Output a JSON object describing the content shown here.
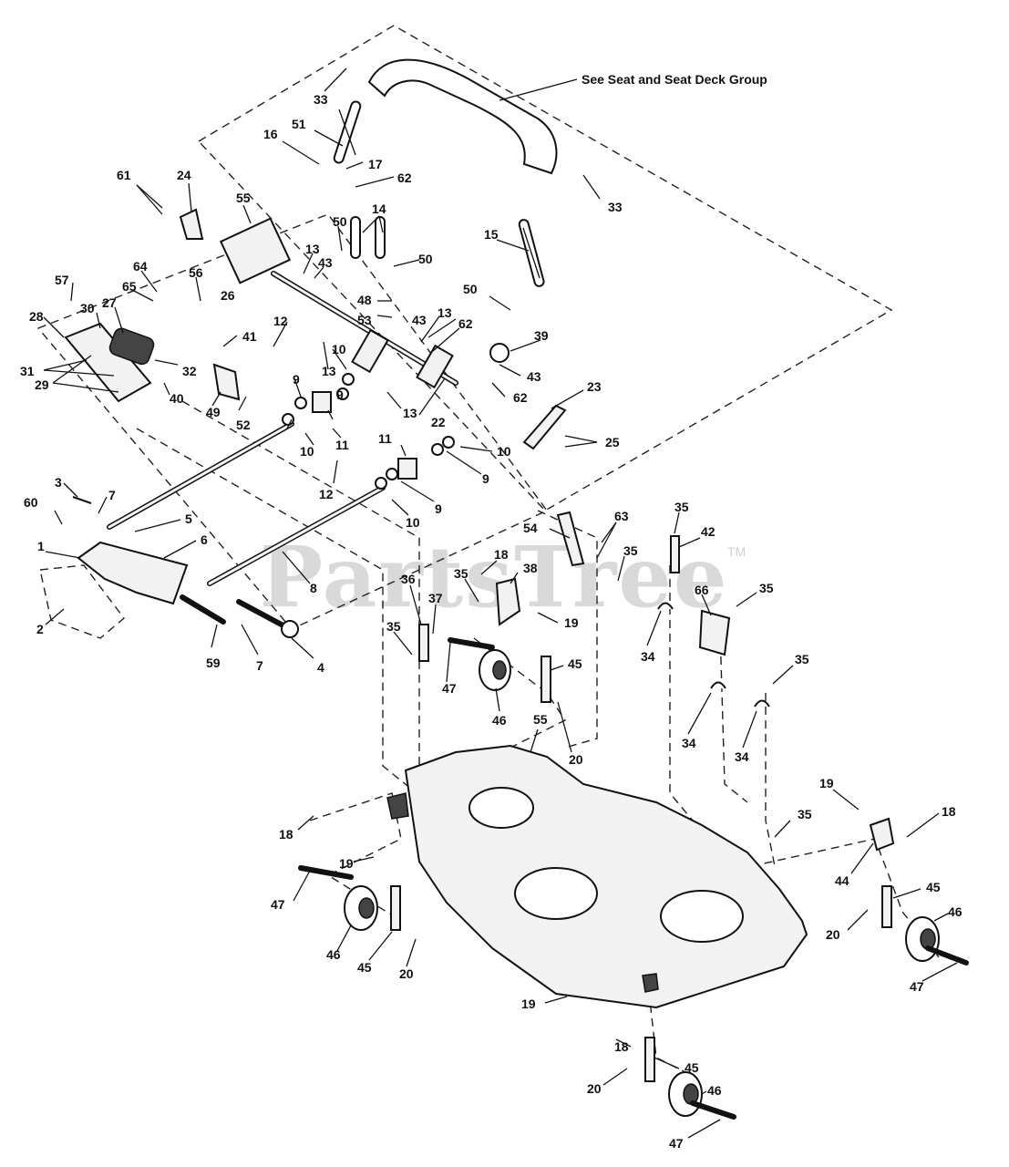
{
  "watermark": "PartsTree",
  "watermark_tm": "TM",
  "note": "See Seat and Seat Deck Group",
  "callouts": {
    "c1": "1",
    "c2": "2",
    "c3": "3",
    "c4": "4",
    "c5": "5",
    "c6": "6",
    "c7a": "7",
    "c7b": "7",
    "c8": "8",
    "c9a": "9",
    "c9b": "9",
    "c9c": "9",
    "c9d": "9",
    "c10a": "10",
    "c10b": "10",
    "c10c": "10",
    "c10d": "10",
    "c11a": "11",
    "c11b": "11",
    "c12a": "12",
    "c12b": "12",
    "c13a": "13",
    "c13b": "13",
    "c13c": "13",
    "c13d": "13",
    "c14": "14",
    "c15": "15",
    "c16": "16",
    "c17": "17",
    "c18a": "18",
    "c18b": "18",
    "c18c": "18",
    "c18d": "18",
    "c19a": "19",
    "c19b": "19",
    "c19c": "19",
    "c19d": "19",
    "c20a": "20",
    "c20b": "20",
    "c20c": "20",
    "c20d": "20",
    "c22": "22",
    "c23": "23",
    "c24": "24",
    "c25": "25",
    "c26": "26",
    "c27": "27",
    "c28": "28",
    "c29": "29",
    "c30": "30",
    "c31": "31",
    "c32": "32",
    "c33a": "33",
    "c33b": "33",
    "c34a": "34",
    "c34b": "34",
    "c34c": "34",
    "c35a": "35",
    "c35b": "35",
    "c35c": "35",
    "c35d": "35",
    "c35e": "35",
    "c35f": "35",
    "c35g": "35",
    "c36": "36",
    "c37": "37",
    "c38": "38",
    "c39": "39",
    "c40": "40",
    "c41": "41",
    "c42": "42",
    "c43a": "43",
    "c43b": "43",
    "c43c": "43",
    "c44": "44",
    "c45a": "45",
    "c45b": "45",
    "c45c": "45",
    "c45d": "45",
    "c46a": "46",
    "c46b": "46",
    "c46c": "46",
    "c46d": "46",
    "c47a": "47",
    "c47b": "47",
    "c47c": "47",
    "c47d": "47",
    "c48": "48",
    "c49": "49",
    "c50a": "50",
    "c50b": "50",
    "c50c": "50",
    "c51": "51",
    "c52": "52",
    "c53": "53",
    "c54": "54",
    "c55a": "55",
    "c55b": "55",
    "c56": "56",
    "c57": "57",
    "c59": "59",
    "c60": "60",
    "c61": "61",
    "c62a": "62",
    "c62b": "62",
    "c62c": "62",
    "c63": "63",
    "c64": "64",
    "c65": "65",
    "c66": "66"
  }
}
